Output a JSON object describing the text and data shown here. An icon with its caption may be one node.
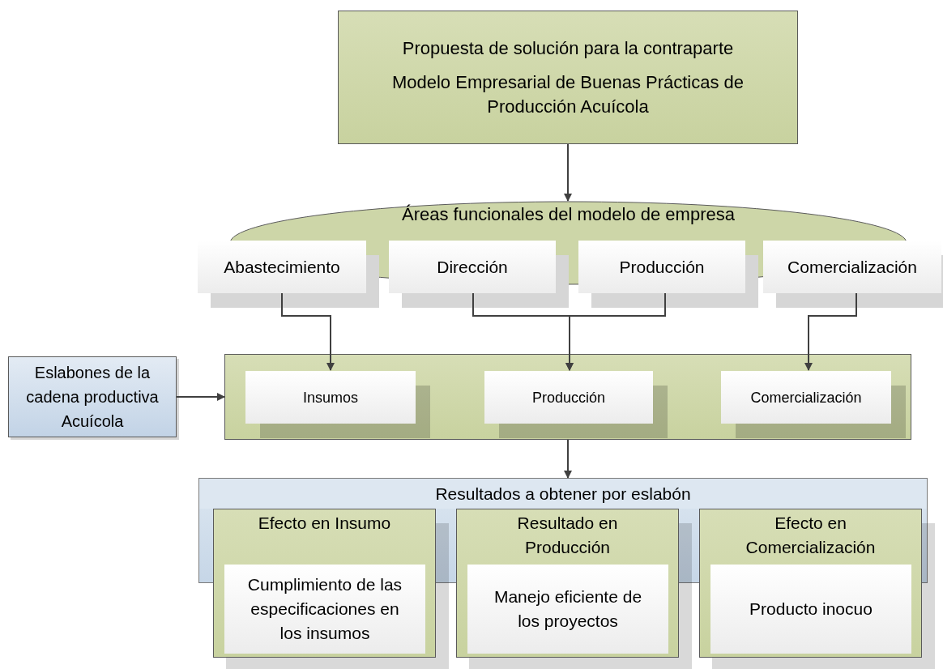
{
  "diagram": {
    "nodes": [
      {
        "text": [
          "Propuesta de solución para la contraparte",
          "Modelo Empresarial de Buenas Prácticas de Producción Acuícola"
        ]
      },
      {
        "text": [
          "Áreas funcionales del modelo de empresa"
        ]
      },
      {
        "text": [
          "Abastecimiento"
        ]
      },
      {
        "text": [
          "Dirección"
        ]
      },
      {
        "text": [
          "Producción"
        ]
      },
      {
        "text": [
          "Comercialización"
        ]
      },
      {
        "text": [
          "Eslabones de la cadena productiva Acuícola"
        ]
      },
      {
        "text": [],
        "shape": "box"
      },
      {
        "text": [
          "Insumos"
        ],
        "in": 7
      },
      {
        "text": [
          "Producción"
        ],
        "in": 7
      },
      {
        "text": [
          "Comercialización"
        ],
        "in": 7
      },
      {
        "text": [
          "Resultados a obtener por eslabón"
        ]
      },
      {
        "text": [
          "Efecto en Insumo"
        ]
      },
      {
        "text": [
          "Cumplimiento de las especificaciones en los insumos"
        ],
        "in": 12
      },
      {
        "text": [
          "Resultado en Producción"
        ]
      },
      {
        "text": [
          "Manejo eficiente de los proyectos"
        ],
        "in": 14
      },
      {
        "text": [
          "Efecto en Comercialización"
        ]
      },
      {
        "text": [
          "Producto inocuo"
        ],
        "in": 16
      }
    ],
    "edges": [
      {
        "from": 0,
        "to": 1,
        "arrow": "to"
      },
      {
        "from": 2,
        "to": 8,
        "arrow": "to"
      },
      {
        "from": 3,
        "to": 9,
        "arrow": "to"
      },
      {
        "from": 4,
        "to": 9,
        "arrow": "to"
      },
      {
        "from": 5,
        "to": 10,
        "arrow": "to"
      },
      {
        "from": 6,
        "to": 7,
        "arrow": "to"
      },
      {
        "from": 7,
        "to": 11,
        "arrow": "to"
      }
    ]
  }
}
